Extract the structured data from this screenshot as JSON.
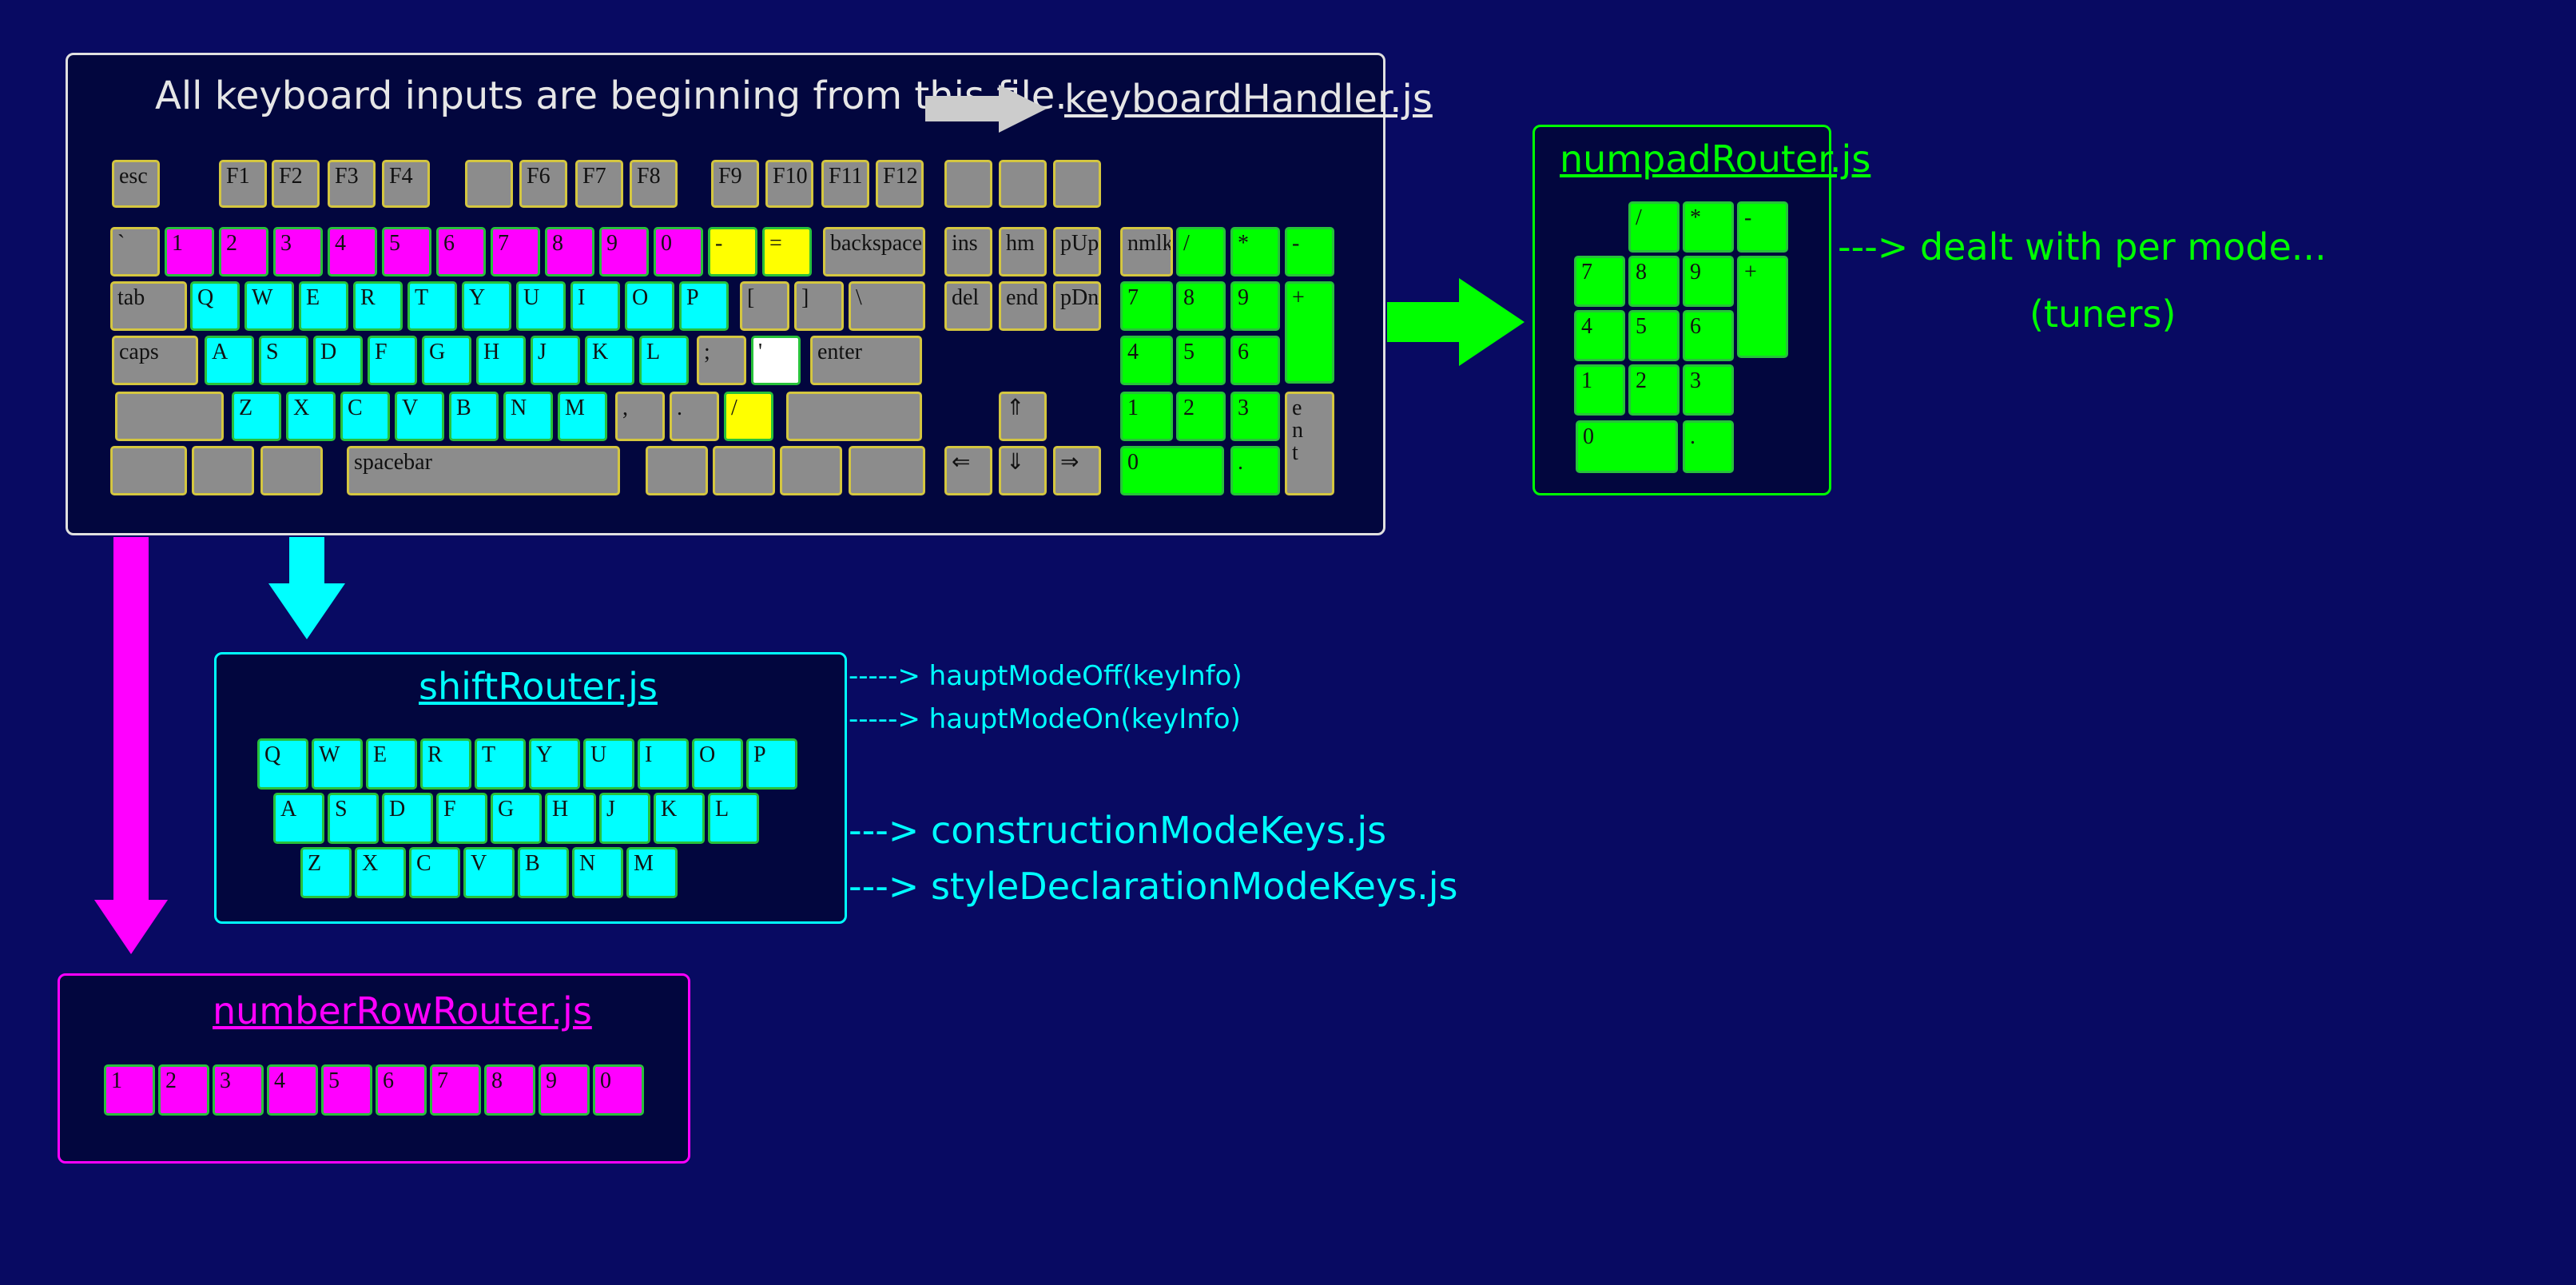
{
  "colors": {
    "background": "#080a62",
    "panel": "#02063e",
    "gray_key": "#8c8c8c",
    "magenta": "#ff00ff",
    "cyan": "#00ffff",
    "green": "#00ff00",
    "yellow": "#ffff00",
    "white_key": "#ffffff",
    "frame_white": "#e0e0e0",
    "arrow_gray": "#cccccc"
  },
  "main_panel": {
    "intro": "All keyboard inputs are beginning from this file.",
    "file": "keyboardHandler.js"
  },
  "numpad_panel": {
    "title": "numpadRouter.js",
    "note_line1": "---> dealt with per mode...",
    "note_line2": "(tuners)"
  },
  "shift_panel": {
    "title": "shiftRouter.js",
    "route1": "-----> hauptModeOff(keyInfo)",
    "route2": "-----> hauptModeOn(keyInfo)",
    "route3": "---> constructionModeKeys.js",
    "route4": "---> styleDeclarationModeKeys.js"
  },
  "number_panel": {
    "title": "numberRowRouter.js"
  },
  "keyboard_keys": [
    [
      "esc",
      "gray"
    ],
    [
      "F1",
      "gray"
    ],
    [
      "F2",
      "gray"
    ],
    [
      "F3",
      "gray"
    ],
    [
      "F4",
      "gray"
    ],
    [
      "",
      "gray"
    ],
    [
      "F6",
      "gray"
    ],
    [
      "F7",
      "gray"
    ],
    [
      "F8",
      "gray"
    ],
    [
      "F9",
      "gray"
    ],
    [
      "F10",
      "gray"
    ],
    [
      "F11",
      "gray"
    ],
    [
      "F12",
      "gray"
    ],
    [
      "",
      "gray"
    ],
    [
      "",
      "gray"
    ],
    [
      "",
      "gray"
    ],
    [
      "`",
      "gray"
    ],
    [
      "1",
      "magenta"
    ],
    [
      "2",
      "magenta"
    ],
    [
      "3",
      "magenta"
    ],
    [
      "4",
      "magenta"
    ],
    [
      "5",
      "magenta"
    ],
    [
      "6",
      "magenta"
    ],
    [
      "7",
      "magenta"
    ],
    [
      "8",
      "magenta"
    ],
    [
      "9",
      "magenta"
    ],
    [
      "0",
      "magenta"
    ],
    [
      "-",
      "yellow"
    ],
    [
      "=",
      "yellow"
    ],
    [
      "backspace",
      "gray"
    ],
    [
      "tab",
      "gray"
    ],
    [
      "Q",
      "cyan"
    ],
    [
      "W",
      "cyan"
    ],
    [
      "E",
      "cyan"
    ],
    [
      "R",
      "cyan"
    ],
    [
      "T",
      "cyan"
    ],
    [
      "Y",
      "cyan"
    ],
    [
      "U",
      "cyan"
    ],
    [
      "I",
      "cyan"
    ],
    [
      "O",
      "cyan"
    ],
    [
      "P",
      "cyan"
    ],
    [
      "[",
      "gray"
    ],
    [
      "]",
      "gray"
    ],
    [
      "\\",
      "gray"
    ],
    [
      "caps",
      "gray"
    ],
    [
      "A",
      "cyan"
    ],
    [
      "S",
      "cyan"
    ],
    [
      "D",
      "cyan"
    ],
    [
      "F",
      "cyan"
    ],
    [
      "G",
      "cyan"
    ],
    [
      "H",
      "cyan"
    ],
    [
      "J",
      "cyan"
    ],
    [
      "K",
      "cyan"
    ],
    [
      "L",
      "cyan"
    ],
    [
      ";",
      "gray"
    ],
    [
      "'",
      "white"
    ],
    [
      "enter",
      "gray"
    ],
    [
      "",
      "gray"
    ],
    [
      "Z",
      "cyan"
    ],
    [
      "X",
      "cyan"
    ],
    [
      "C",
      "cyan"
    ],
    [
      "V",
      "cyan"
    ],
    [
      "B",
      "cyan"
    ],
    [
      "N",
      "cyan"
    ],
    [
      "M",
      "cyan"
    ],
    [
      ",",
      "gray"
    ],
    [
      ".",
      "gray"
    ],
    [
      "/",
      "yellow"
    ],
    [
      "",
      "gray"
    ],
    [
      "",
      "gray"
    ],
    [
      "",
      "gray"
    ],
    [
      "",
      "gray"
    ],
    [
      "spacebar",
      "gray"
    ],
    [
      "",
      "gray"
    ],
    [
      "",
      "gray"
    ],
    [
      "",
      "gray"
    ],
    [
      "",
      "gray"
    ],
    [
      "ins",
      "gray"
    ],
    [
      "hm",
      "gray"
    ],
    [
      "pUp",
      "gray"
    ],
    [
      "del",
      "gray"
    ],
    [
      "end",
      "gray"
    ],
    [
      "pDn",
      "gray"
    ],
    [
      "⇑",
      "gray"
    ],
    [
      "⇐",
      "gray"
    ],
    [
      "⇓",
      "gray"
    ],
    [
      "⇒",
      "gray"
    ],
    [
      "nmlk",
      "gray"
    ],
    [
      "/",
      "green"
    ],
    [
      "*",
      "green"
    ],
    [
      "-",
      "green"
    ],
    [
      "7",
      "green"
    ],
    [
      "8",
      "green"
    ],
    [
      "9",
      "green"
    ],
    [
      "+",
      "green"
    ],
    [
      "4",
      "green"
    ],
    [
      "5",
      "green"
    ],
    [
      "6",
      "green"
    ],
    [
      "1",
      "green"
    ],
    [
      "2",
      "green"
    ],
    [
      "3",
      "green"
    ],
    [
      "e\nn\nt",
      "gray"
    ],
    [
      "0",
      "green"
    ],
    [
      ".",
      "green"
    ]
  ],
  "numpad_keys": [
    [
      "/",
      "green"
    ],
    [
      "*",
      "green"
    ],
    [
      "-",
      "green"
    ],
    [
      "7",
      "green"
    ],
    [
      "8",
      "green"
    ],
    [
      "9",
      "green"
    ],
    [
      "+",
      "green"
    ],
    [
      "4",
      "green"
    ],
    [
      "5",
      "green"
    ],
    [
      "6",
      "green"
    ],
    [
      "1",
      "green"
    ],
    [
      "2",
      "green"
    ],
    [
      "3",
      "green"
    ],
    [
      "0",
      "green"
    ],
    [
      ".",
      "green"
    ]
  ],
  "shift_keys": [
    [
      "Q",
      "cyan"
    ],
    [
      "W",
      "cyan"
    ],
    [
      "E",
      "cyan"
    ],
    [
      "R",
      "cyan"
    ],
    [
      "T",
      "cyan"
    ],
    [
      "Y",
      "cyan"
    ],
    [
      "U",
      "cyan"
    ],
    [
      "I",
      "cyan"
    ],
    [
      "O",
      "cyan"
    ],
    [
      "P",
      "cyan"
    ],
    [
      "A",
      "cyan"
    ],
    [
      "S",
      "cyan"
    ],
    [
      "D",
      "cyan"
    ],
    [
      "F",
      "cyan"
    ],
    [
      "G",
      "cyan"
    ],
    [
      "H",
      "cyan"
    ],
    [
      "J",
      "cyan"
    ],
    [
      "K",
      "cyan"
    ],
    [
      "L",
      "cyan"
    ],
    [
      "Z",
      "cyan"
    ],
    [
      "X",
      "cyan"
    ],
    [
      "C",
      "cyan"
    ],
    [
      "V",
      "cyan"
    ],
    [
      "B",
      "cyan"
    ],
    [
      "N",
      "cyan"
    ],
    [
      "M",
      "cyan"
    ]
  ],
  "number_keys": [
    [
      "1",
      "magenta"
    ],
    [
      "2",
      "magenta"
    ],
    [
      "3",
      "magenta"
    ],
    [
      "4",
      "magenta"
    ],
    [
      "5",
      "magenta"
    ],
    [
      "6",
      "magenta"
    ],
    [
      "7",
      "magenta"
    ],
    [
      "8",
      "magenta"
    ],
    [
      "9",
      "magenta"
    ],
    [
      "0",
      "magenta"
    ]
  ]
}
